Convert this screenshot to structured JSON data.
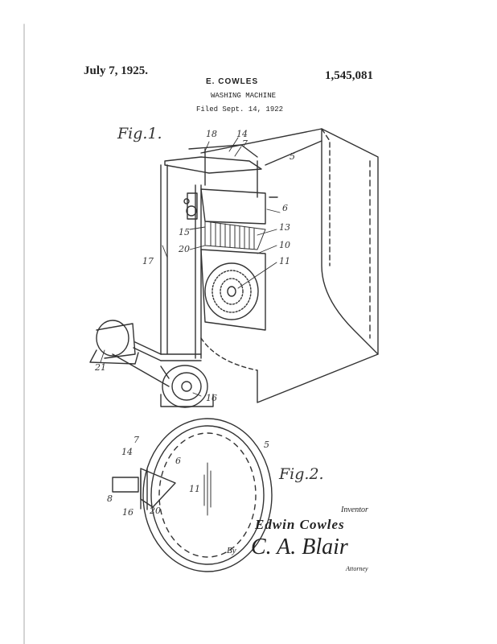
{
  "header": {
    "date": "July 7, 1925.",
    "patent_number": "1,545,081",
    "inventor_short": "E. COWLES",
    "title": "WASHING MACHINE",
    "filed": "Filed Sept. 14, 1922"
  },
  "figures": {
    "fig1_label": "Fig.1.",
    "fig2_label": "Fig.2."
  },
  "reference_numerals": {
    "n18": "18",
    "n14": "14",
    "n7": "7",
    "n5": "5",
    "n6": "6",
    "n13": "13",
    "n10": "10",
    "n11": "11",
    "n15": "15",
    "n20": "20",
    "n17": "17",
    "n21": "21",
    "n16": "16",
    "f2_n7": "7",
    "f2_n14": "14",
    "f2_n6": "6",
    "f2_n5": "5",
    "f2_n8": "8",
    "f2_n11": "11",
    "f2_n16": "16",
    "f2_n20": "20"
  },
  "signature": {
    "inventor_label": "Inventor",
    "inventor_name": "Edwin Cowles",
    "by": "By",
    "attorney_signature": "C. A. Blair",
    "attorney_label": "Attorney"
  }
}
